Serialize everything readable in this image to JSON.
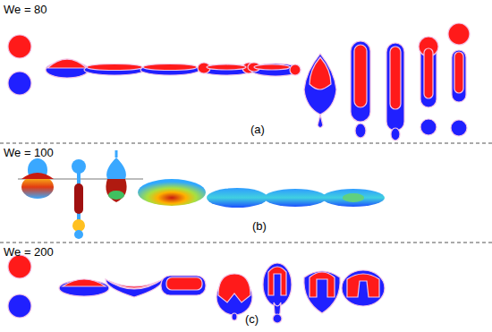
{
  "diagram": {
    "labels": [
      "We = 80",
      "(a)",
      "We = 100",
      "(b)",
      "We = 200",
      "(c)"
    ]
  }
}
